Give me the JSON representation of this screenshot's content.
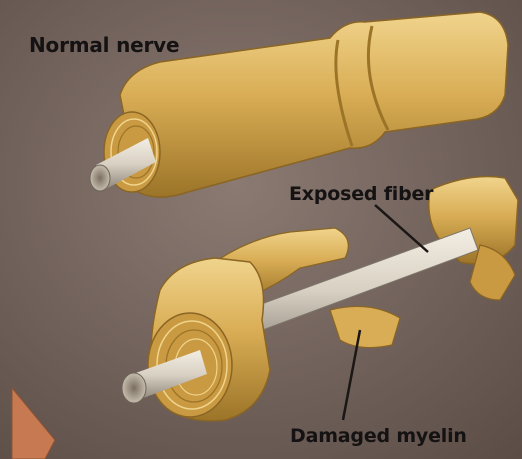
{
  "labels": {
    "normal_nerve": "Normal nerve",
    "exposed_fiber": "Exposed fiber",
    "damaged_myelin": "Damaged myelin"
  },
  "colors": {
    "background": "#6e5f57",
    "myelin": "#d9ad55",
    "myelin_shadow": "#9c7428",
    "myelin_highlight": "#f0d48c",
    "axon": "#d8d0c2",
    "label_text": "#141212"
  }
}
